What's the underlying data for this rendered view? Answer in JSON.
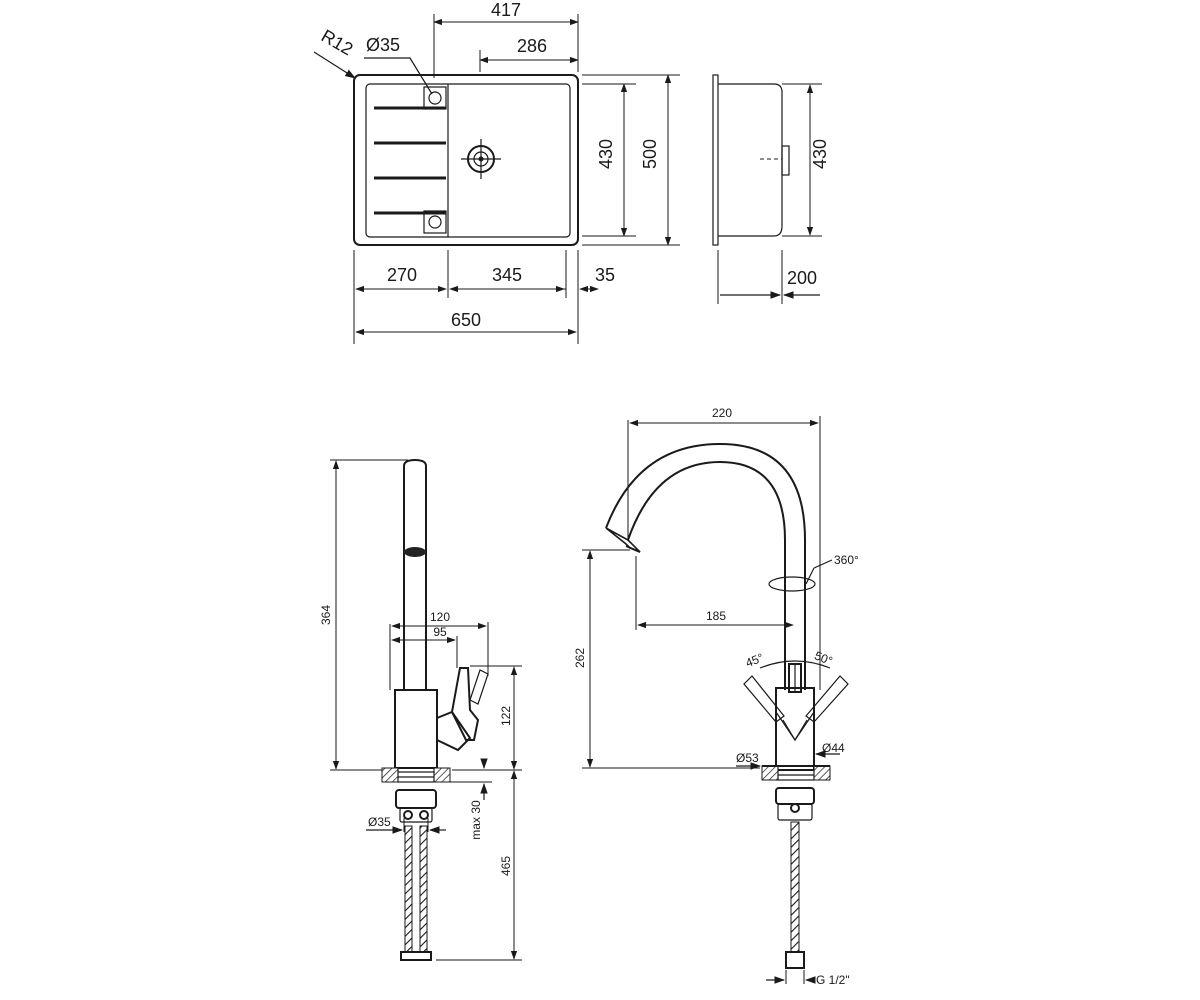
{
  "sink_top": {
    "width_label": "417",
    "bowl_width_label": "286",
    "radius_label": "R12",
    "hole_label": "Ø35",
    "depth_430_label": "430",
    "depth_500_label": "500",
    "seg_270_label": "270",
    "seg_345_label": "345",
    "seg_35_label": "35",
    "total_650_label": "650"
  },
  "sink_side": {
    "height_430_label": "430",
    "depth_200_label": "200"
  },
  "faucet_left": {
    "height_364_label": "364",
    "w_120_label": "120",
    "w_95_label": "95",
    "h_122_label": "122",
    "max_30_label": "max 30",
    "hole_35_label": "Ø35",
    "hose_465_label": "465"
  },
  "faucet_right": {
    "reach_220_label": "220",
    "rotation_label": "360°",
    "reach_185_label": "185",
    "height_262_label": "262",
    "angle_45_label": "45°",
    "angle_50_label": "50°",
    "base_53_label": "Ø53",
    "body_44_label": "Ø44",
    "thread_label": "G 1/2\""
  }
}
